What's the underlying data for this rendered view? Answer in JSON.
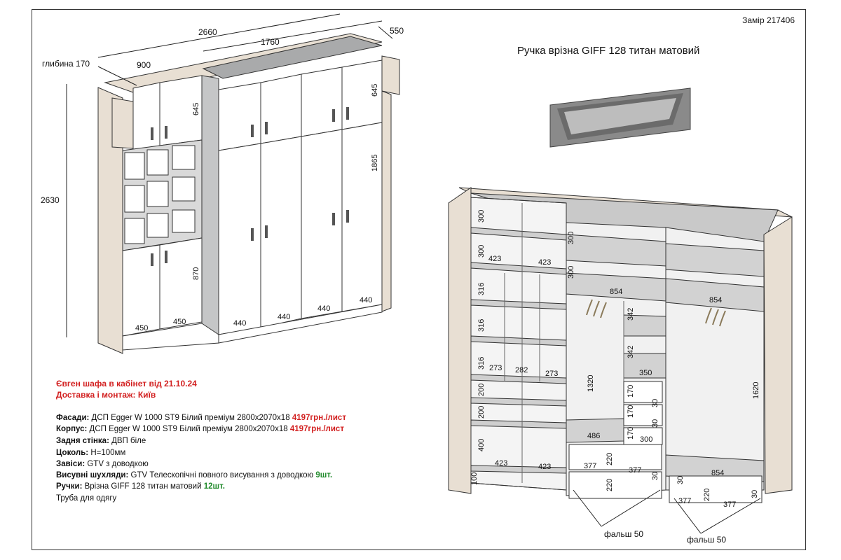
{
  "measure_no": "Замір 217406",
  "handle_title": "Ручка врізна GIFF 128 титан матовий",
  "front_view": {
    "depth_label": "глибина 170",
    "dims": {
      "total_width": "2660",
      "right_width": "1760",
      "depth": "550",
      "left_width": "900",
      "height": "2630",
      "top_left_h": "645",
      "top_right_h": "645",
      "right_door_h": "1865",
      "bottom_left_h": "870",
      "w450a": "450",
      "w450b": "450",
      "w440a": "440",
      "w440b": "440",
      "w440c": "440",
      "w440d": "440"
    }
  },
  "open_view": {
    "dims": {
      "s300a": "300",
      "s300b": "300",
      "w423a": "423",
      "w423b": "423",
      "s316a": "316",
      "s316b": "316",
      "s316c": "316",
      "w273a": "273",
      "w282": "282",
      "w273b": "273",
      "s200a": "200",
      "s200b": "200",
      "s400": "400",
      "w423c": "423",
      "w423d": "423",
      "s100": "100",
      "m300a": "300",
      "m300b": "300",
      "w854a": "854",
      "h342a": "342",
      "h342b": "342",
      "w350": "350",
      "h1320": "1320",
      "h170a": "170",
      "h170b": "170",
      "h170c": "170",
      "d30a": "30",
      "d30b": "30",
      "d30c": "30",
      "d30d": "30",
      "d30e": "30",
      "w300": "300",
      "w486": "486",
      "w377a": "377",
      "h220a": "220",
      "w377b": "377",
      "h220b": "220",
      "w854b": "854",
      "h1620": "1620",
      "w854c": "854",
      "w377c": "377",
      "h220c": "220",
      "w377d": "377",
      "false_a": "фальш 50",
      "false_b": "фальш 50"
    }
  },
  "spec": {
    "header_1": "Євген шафа в кабінет від 21.10.24",
    "header_2": "Доставка і монтаж: Київ",
    "rows": [
      {
        "label": "Фасади:",
        "text": " ДСП Egger W 1000 ST9 Білий преміум 2800х2070х18 ",
        "price": "4197грн./лист"
      },
      {
        "label": "Корпус:",
        "text": " ДСП Egger W 1000 ST9 Білий преміум 2800х2070х18 ",
        "price": "4197грн./лист"
      },
      {
        "label": "Задня стінка:",
        "text": "  ДВП біле"
      },
      {
        "label": "Цоколь:",
        "text": " H=100мм"
      },
      {
        "label": "Завіси:",
        "text": " GTV з доводкою"
      },
      {
        "label": "Висувні шухляди:",
        "text": " GTV Телескопічні повного висування з доводкою ",
        "qty": "9шт."
      },
      {
        "label": "Ручки:",
        "text": " Врізна GIFF 128 титан матовий ",
        "qty": "12шт."
      }
    ],
    "last_line": "Труба для одягу"
  },
  "colors": {
    "panel": "#e8dfd3",
    "shelf": "#c8c8c8",
    "door": "#ffffff",
    "line": "#333333",
    "accent_red": "#d21f1f",
    "accent_green": "#1f8a2a"
  }
}
